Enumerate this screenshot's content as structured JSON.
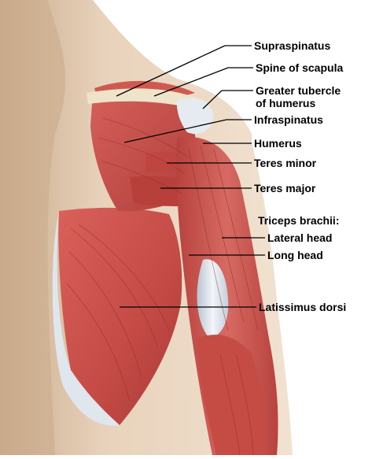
{
  "figure": {
    "region": "Posterior shoulder and upper arm",
    "colors": {
      "background": "#ffffff",
      "skin": "#ecd9c4",
      "skin_shadow": "#c9ab8c",
      "muscle": "#c9504c",
      "muscle_dark": "#a63834",
      "muscle_light": "#e07f72",
      "tendon": "#e3e8ef",
      "bone": "#f0e6cf",
      "leader_line": "#000000",
      "label_text": "#000000"
    }
  },
  "labels": {
    "supraspinatus": "Supraspinatus",
    "spine_of_scapula": "Spine of scapula",
    "greater_tubercle_line1": "Greater tubercle",
    "greater_tubercle_line2": "of humerus",
    "infraspinatus": "Infraspinatus",
    "humerus": "Humerus",
    "teres_minor": "Teres minor",
    "teres_major": "Teres major",
    "triceps_heading": "Triceps brachii:",
    "lateral_head": "Lateral head",
    "long_head": "Long head",
    "latissimus_dorsi": "Latissimus dorsi"
  }
}
